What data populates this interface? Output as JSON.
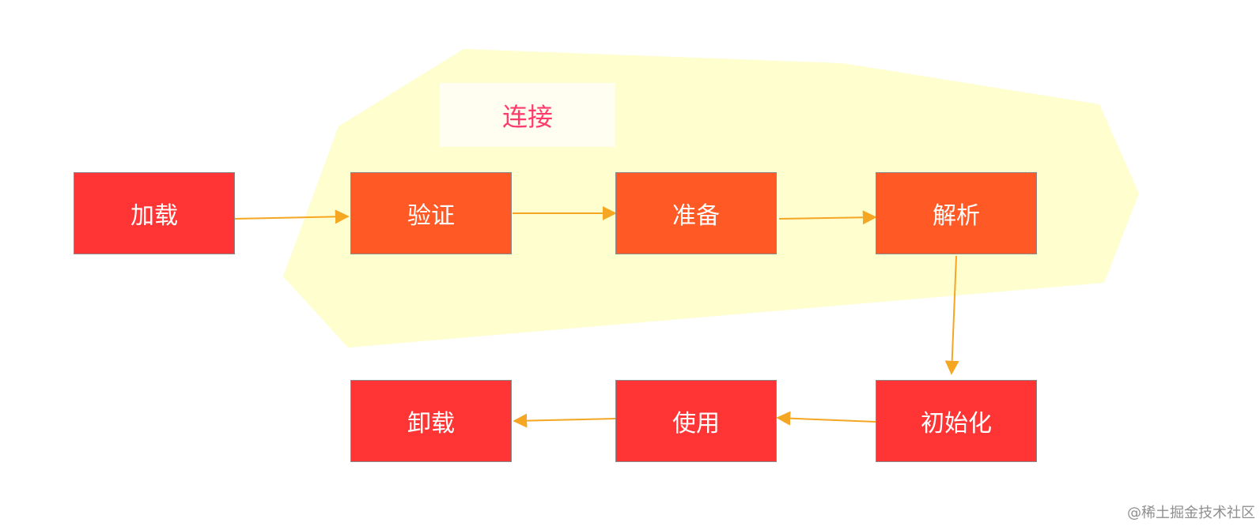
{
  "group": {
    "label": "连接",
    "fill_color": "#fefece",
    "label_color": "#ff3b6b"
  },
  "stages": {
    "load": "加载",
    "verify": "验证",
    "prepare": "准备",
    "resolve": "解析",
    "initialize": "初始化",
    "use": "使用",
    "unload": "卸载"
  },
  "colors": {
    "primary_stage": "#ff3535",
    "link_stage": "#ff5a26",
    "arrow": "#f5a623",
    "border": "#8a8a8a"
  },
  "watermark": "@稀土掘金技术社区"
}
